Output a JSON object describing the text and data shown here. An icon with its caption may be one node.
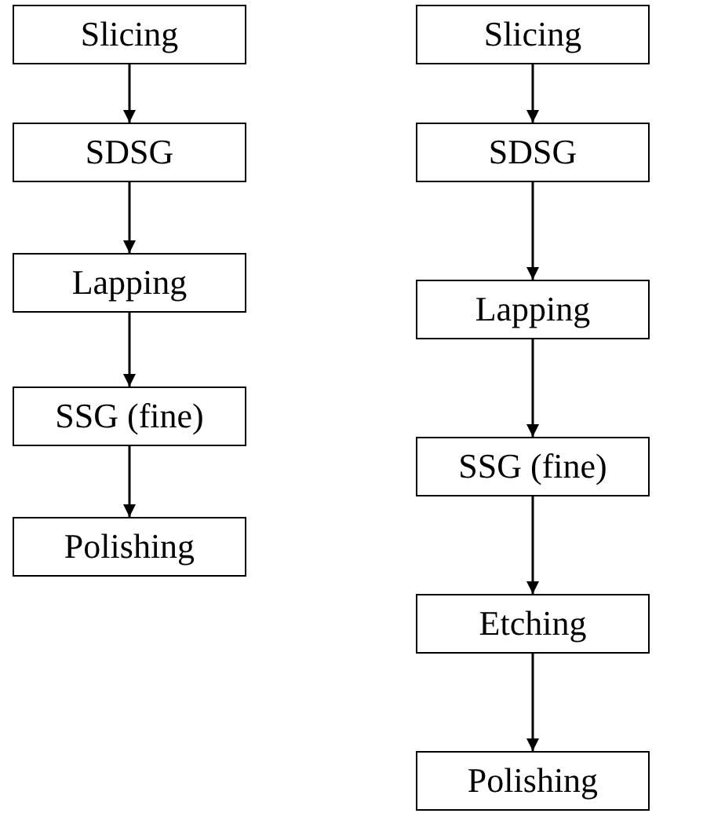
{
  "diagram": {
    "nodes": [
      {
        "text": [
          "Slicing"
        ]
      },
      {
        "text": [
          "SDSG"
        ]
      },
      {
        "text": [
          "Lapping"
        ]
      },
      {
        "text": [
          "SSG (fine)"
        ]
      },
      {
        "text": [
          "Polishing"
        ]
      },
      {
        "text": [
          "Slicing"
        ]
      },
      {
        "text": [
          "SDSG"
        ]
      },
      {
        "text": [
          "Lapping"
        ]
      },
      {
        "text": [
          "SSG (fine)"
        ]
      },
      {
        "text": [
          "Etching"
        ]
      },
      {
        "text": [
          "Polishing"
        ]
      }
    ],
    "edges": [
      {
        "from": 0,
        "to": 1,
        "arrow": "to"
      },
      {
        "from": 1,
        "to": 2,
        "arrow": "to"
      },
      {
        "from": 2,
        "to": 3,
        "arrow": "to"
      },
      {
        "from": 3,
        "to": 4,
        "arrow": "to"
      },
      {
        "from": 5,
        "to": 6,
        "arrow": "to"
      },
      {
        "from": 6,
        "to": 7,
        "arrow": "to"
      },
      {
        "from": 7,
        "to": 8,
        "arrow": "to"
      },
      {
        "from": 8,
        "to": 9,
        "arrow": "to"
      },
      {
        "from": 9,
        "to": 10,
        "arrow": "to"
      }
    ]
  }
}
